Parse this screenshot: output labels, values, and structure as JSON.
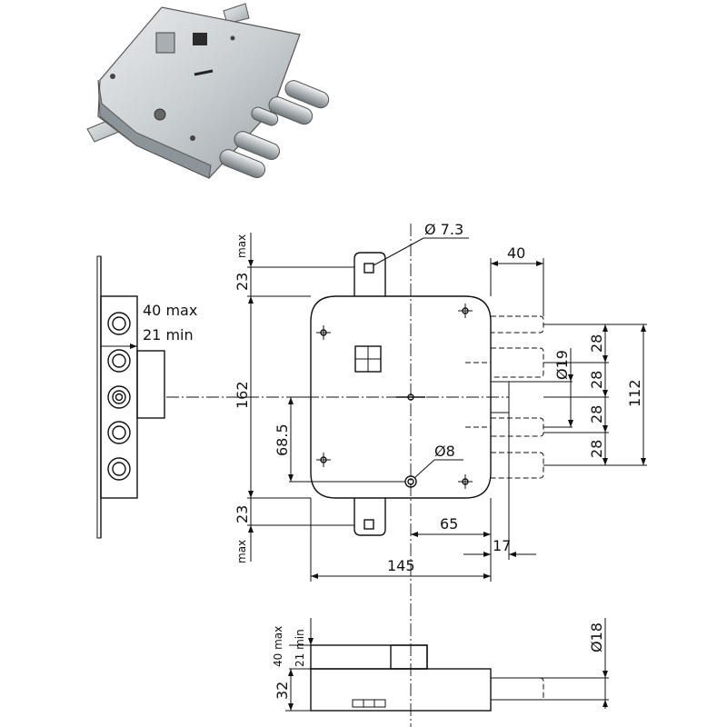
{
  "product": "three-point multi-bolt security lock",
  "photo_label": "lock-body-photo",
  "dimensions": {
    "pin_hole_diameter": "Ø 7.3",
    "backset_depth": "40",
    "top_plate_offset": "23",
    "top_plate_max": "max",
    "bottom_plate_offset": "23",
    "bottom_plate_max": "max",
    "body_height": "162",
    "keyhole_to_bolt": "68.5",
    "keyhole_diameter": "Ø8",
    "cylinder_center": "65",
    "bolt_projection": "17",
    "body_width": "145",
    "bolt_diameter": "Ø19",
    "bolt_spacing_1": "28",
    "bolt_spacing_2": "28",
    "bolt_spacing_3": "28",
    "bolt_spacing_4": "28",
    "bolt_span": "112",
    "faceplate_depth_max": "40 max",
    "faceplate_depth_min": "21 min",
    "bottom_depth_max": "40 max",
    "bottom_depth_min": "21 min",
    "body_thickness": "32",
    "bolt_end_diameter": "Ø18"
  }
}
